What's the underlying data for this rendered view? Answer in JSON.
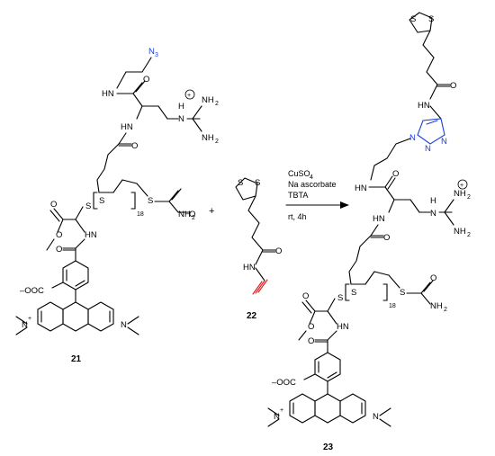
{
  "compounds": {
    "c21": {
      "label": "21"
    },
    "c22": {
      "label": "22"
    },
    "c23": {
      "label": "23"
    }
  },
  "reagents": {
    "line1": "CuSO",
    "line1_sub": "4",
    "line2": "Na ascorbate",
    "line3": "TBTA",
    "line4": "rt, 4h"
  },
  "plus_sign": "+",
  "atoms": {
    "N": "N",
    "S": "S",
    "O": "O",
    "H": "H",
    "NH2": "NH",
    "two": "2",
    "N3": "N",
    "three": "3",
    "HN": "HN",
    "COO": "–OOC",
    "Nplus": "N",
    "charge_plus": "+",
    "oplus": "+",
    "eighteen": "18"
  },
  "colors": {
    "azide_triazole": "#1d3fd8",
    "alkyne": "#e01b1b",
    "ink": "#000000"
  }
}
